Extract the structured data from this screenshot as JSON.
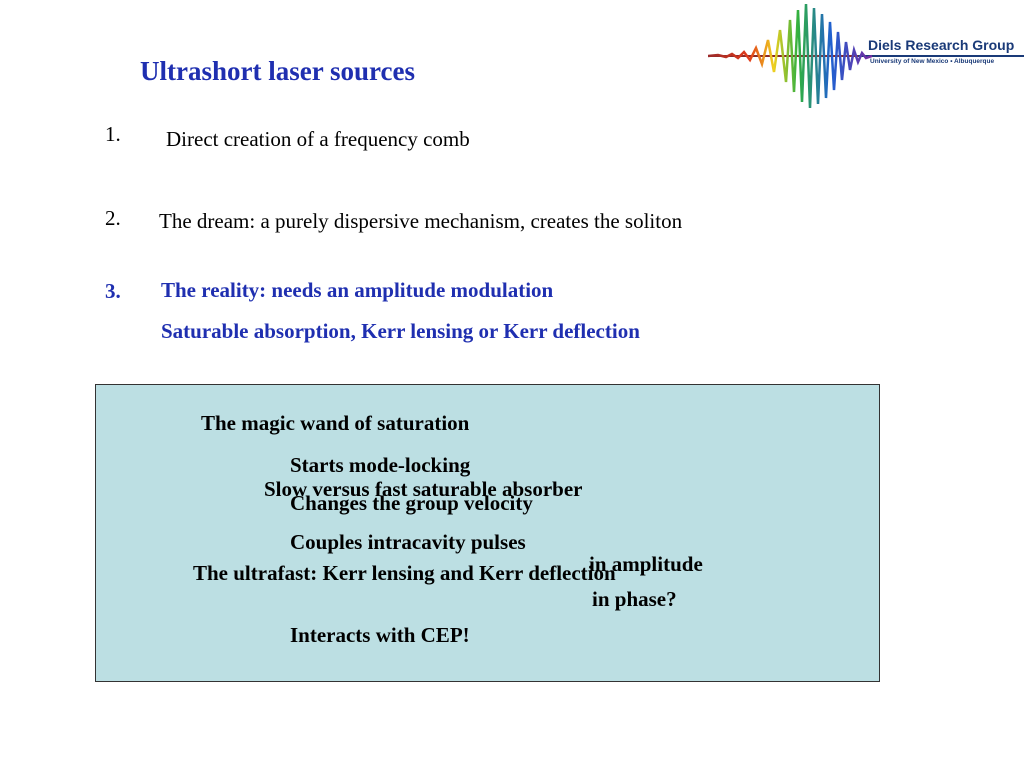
{
  "title": "Ultrashort laser sources",
  "logo": {
    "name": "Diels Research Group",
    "subtitle": "University of New Mexico • Albuquerque"
  },
  "list": [
    {
      "number": "1.",
      "text": "Direct creation of a frequency comb"
    },
    {
      "number": "2.",
      "text": "The dream: a purely dispersive mechanism, creates the soliton"
    },
    {
      "number": "3.",
      "text": "The reality: needs an amplitude modulation",
      "subtext": "Saturable absorption, Kerr lensing or Kerr deflection"
    }
  ],
  "box": {
    "heading": "The magic wand of saturation",
    "lines": [
      "Starts mode-locking",
      "Slow versus fast saturable absorber",
      "Changes the group velocity",
      "Couples intracavity pulses",
      "in amplitude",
      "The ultrafast: Kerr lensing and Kerr deflection",
      "in phase?",
      "Interacts with CEP!"
    ]
  }
}
